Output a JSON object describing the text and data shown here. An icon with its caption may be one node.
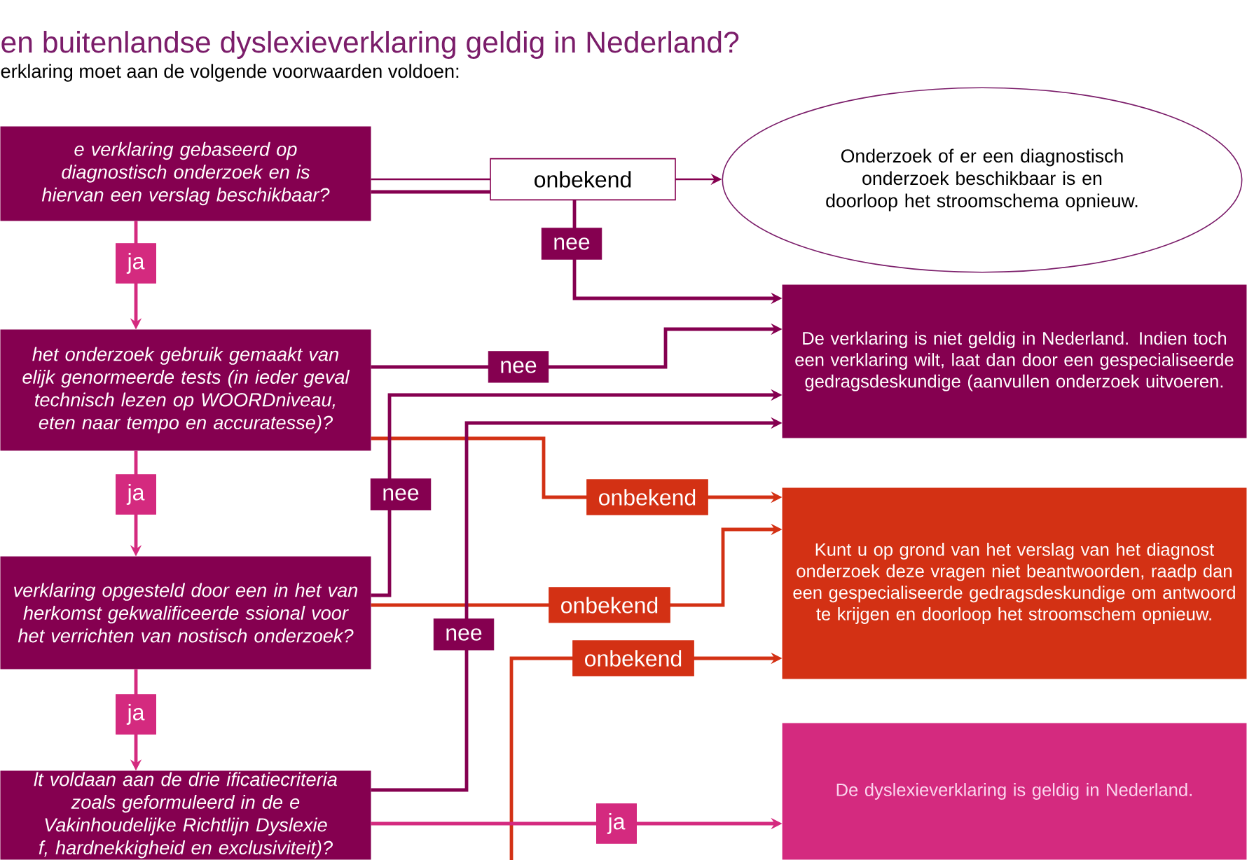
{
  "diagram": {
    "title": "en buitenlandse dyslexieverklaring geldig in Nederland?",
    "nodes": [
      {
        "text": [
          "e verklaring gebaseerd op diagnostisch onderzoek en is hiervan een verslag beschikbaar?"
        ]
      },
      {
        "text": [
          "Onderzoek of er een diagnostisch onderzoek beschikbaar is en doorloop het stroomschema opnieuw."
        ]
      },
      {
        "text": [
          "De verklaring is niet geldig in Nederland. Indien toch een verklaring wilt, laat dan door een gespecialiseerde gedragsdeskundige (aanvullen onderzoek uitvoeren."
        ]
      },
      {
        "text": [
          "het onderzoek gebruik gemaakt van elijk genormeerde tests (in ieder geval technisch lezen op WOORDniveau, eten naar tempo en accuratesse)?"
        ]
      },
      {
        "text": [
          "Kunt u op grond van het verslag van het diagnost onderzoek deze vragen niet beantwoorden, raadp dan een gespecialiseerde gedragsdeskundige om antwoord te krijgen en doorloop het stroomschem opnieuw."
        ]
      },
      {
        "text": [
          "verklaring opgesteld door een in het van herkomst gekwalificeerde ssional voor het verrichten van nostisch onderzoek?"
        ]
      },
      {
        "text": [
          "lt voldaan aan de drie ificatiecriteria zoals geformuleerd in de e Vakinhoudelijke Richtlijn Dyslexie f, hardnekkigheid en exclusiviteit)?"
        ]
      },
      {
        "text": [
          "De dyslexieverklaring is geldig in Nederland."
        ]
      }
    ],
    "edges": [
      {
        "from": 0,
        "to": 1,
        "arrow": "to",
        "label": "onbekend"
      },
      {
        "from": 0,
        "to": 2,
        "arrow": "to",
        "label": "nee"
      },
      {
        "from": 0,
        "to": 3,
        "arrow": "to",
        "label": "ja",
        "color": "#d42a7f"
      },
      {
        "from": 3,
        "to": 2,
        "arrow": "to",
        "label": "nee"
      },
      {
        "from": 3,
        "to": 4,
        "arrow": "to",
        "label": "onbekend",
        "color": "#d33114"
      },
      {
        "from": 3,
        "to": 5,
        "arrow": "to",
        "label": "ja",
        "color": "#d42a7f"
      },
      {
        "from": 5,
        "to": 2,
        "arrow": "to",
        "label": "nee"
      },
      {
        "from": 5,
        "to": 4,
        "arrow": "to",
        "label": "onbekend",
        "color": "#d33114"
      },
      {
        "from": 5,
        "to": 6,
        "arrow": "to",
        "label": "ja",
        "color": "#d42a7f"
      },
      {
        "from": 6,
        "to": 2,
        "arrow": "to",
        "label": "nee"
      },
      {
        "from": null,
        "to": 4,
        "arrow": "to",
        "label": "onbekend",
        "color": "#d33114"
      },
      {
        "from": 6,
        "to": 7,
        "arrow": "to",
        "label": "ja",
        "color": "#d42a7f"
      }
    ],
    "labels": [
      "erklaring moet aan de volgende voorwaarden voldoen:"
    ]
  }
}
